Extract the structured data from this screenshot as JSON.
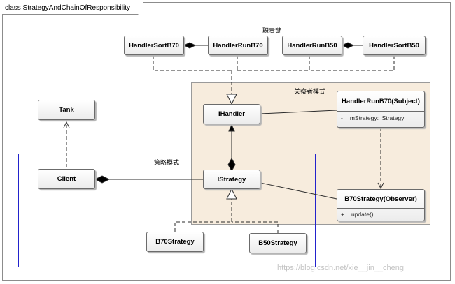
{
  "diagram": {
    "title": "class StrategyAndChainOfResponsibility",
    "regions": {
      "chain": "职责链",
      "observer": "关察者模式",
      "strategy": "策略模式"
    },
    "classes": {
      "handler_sort_b70": "HandlerSortB70",
      "handler_run_b70": "HandlerRunB70",
      "handler_run_b50": "HandlerRunB50",
      "handler_sort_b50": "HandlerSortB50",
      "ihandler": "IHandler",
      "handler_run_b70_subject": "HandlerRunB70(Subject)",
      "tank": "Tank",
      "client": "Client",
      "istrategy": "IStrategy",
      "b70_strategy_observer": "B70Strategy(Observer)",
      "b70_strategy": "B70Strategy",
      "b50_strategy": "B50Strategy"
    },
    "members": {
      "subject_visibility": "-",
      "subject_attribute": "mStrategy: IStrategy",
      "observer_visibility": "+",
      "observer_operation": "update()"
    },
    "colors": {
      "chain_border": "#e04040",
      "observer_fill": "#f7ecdd",
      "strategy_border": "#2222cc",
      "line": "#2b2b2b"
    }
  },
  "watermark": "https://blog.csdn.net/xie__jin__cheng"
}
